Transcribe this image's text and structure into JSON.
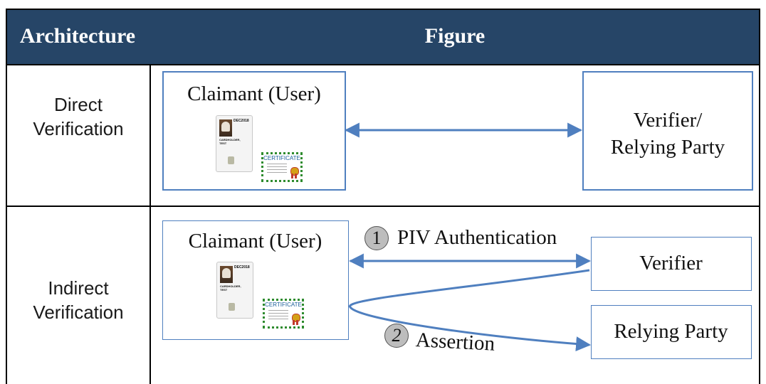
{
  "header": {
    "architecture": "Architecture",
    "figure": "Figure"
  },
  "rows": {
    "direct": {
      "label_line1": "Direct",
      "label_line2": "Verification",
      "claimant": "Claimant (User)",
      "verifier_line1": "Verifier/",
      "verifier_line2": "Relying Party"
    },
    "indirect": {
      "label_line1": "Indirect",
      "label_line2": "Verification",
      "claimant": "Claimant (User)",
      "step1_num": "1",
      "step1_label": "PIV Authentication",
      "verifier": "Verifier",
      "relying_party": "Relying Party",
      "step2_num": "2",
      "step2_label": "Assertion"
    }
  },
  "card": {
    "date": "DEC2018",
    "name_line1": "CARDHOLDER,",
    "name_line2": "TEST"
  },
  "certificate": {
    "label": "CERTIFICATE"
  },
  "colors": {
    "header_bg": "#264567",
    "box_border": "#4f7fbf",
    "arrow": "#4f7fbf",
    "cert_border": "#2e8b2e",
    "badge": "#bdbdbd"
  }
}
